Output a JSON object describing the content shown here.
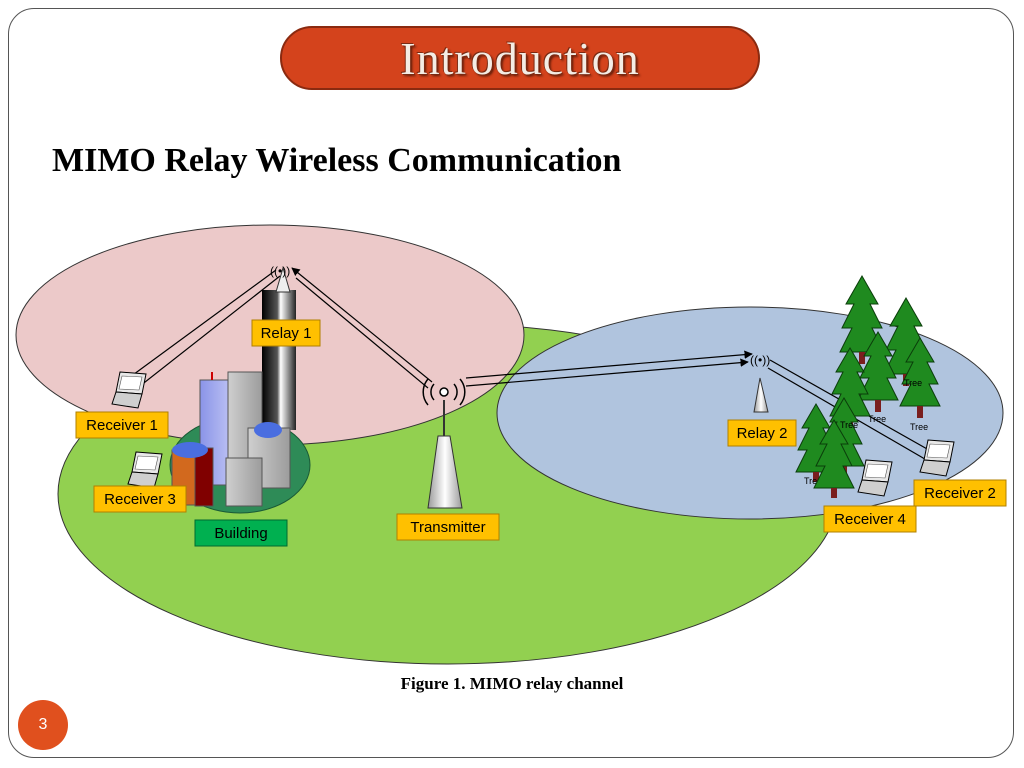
{
  "slide": {
    "title": "Introduction",
    "subtitle": "MIMO  Relay Wireless Communication",
    "caption": "Figure 1.  MIMO relay channel",
    "page_number": "3"
  },
  "diagram": {
    "labels": {
      "relay1": "Relay 1",
      "relay2": "Relay 2",
      "receiver1": "Receiver 1",
      "receiver2": "Receiver 2",
      "receiver3": "Receiver 3",
      "receiver4": "Receiver 4",
      "transmitter": "Transmitter",
      "building": "Building",
      "tree": "Tree"
    }
  },
  "colors": {
    "title_pill": "#d4431c",
    "green_zone": "#92d050",
    "pink_zone": "#ecc9c9",
    "blue_zone": "#b0c4de",
    "label_box": "#ffc000",
    "building_box": "#00b050",
    "page_badge": "#e0501e"
  }
}
